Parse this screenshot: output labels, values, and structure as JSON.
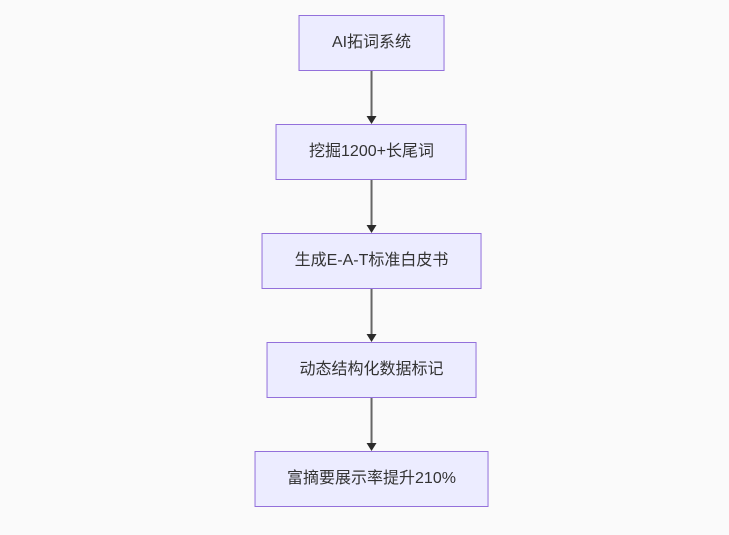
{
  "diagram": {
    "type": "flowchart",
    "direction": "top-down",
    "nodes": [
      {
        "id": "step-1",
        "label": "AI拓词系统"
      },
      {
        "id": "step-2",
        "label": "挖掘1200+长尾词"
      },
      {
        "id": "step-3",
        "label": "生成E-A-T标准白皮书"
      },
      {
        "id": "step-4",
        "label": "动态结构化数据标记"
      },
      {
        "id": "step-5",
        "label": "富摘要展示率提升210%"
      }
    ],
    "edges": [
      {
        "from": "step-1",
        "to": "step-2",
        "style": "arrow"
      },
      {
        "from": "step-2",
        "to": "step-3",
        "style": "arrow"
      },
      {
        "from": "step-3",
        "to": "step-4",
        "style": "arrow"
      },
      {
        "from": "step-4",
        "to": "step-5",
        "style": "arrow"
      }
    ],
    "colors": {
      "background": "#fafafa",
      "node_fill": "#ECECFF",
      "node_border": "#9370DB",
      "text": "#333333",
      "arrow_line": "#666666",
      "arrow_head": "#2b2b2b"
    }
  }
}
